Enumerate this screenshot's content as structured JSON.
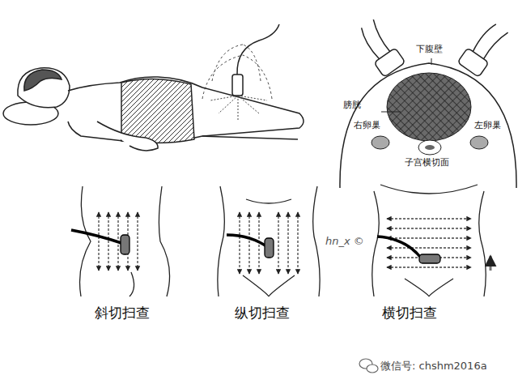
{
  "diagram": {
    "labels": [
      "下腹壁",
      "膀胱",
      "右卵巢",
      "左卵巢",
      "子宫横切面",
      "斜切扫查",
      "纵切扫查",
      "横切扫查",
      "hn_x ©",
      "微信号: chshm2016a"
    ]
  }
}
